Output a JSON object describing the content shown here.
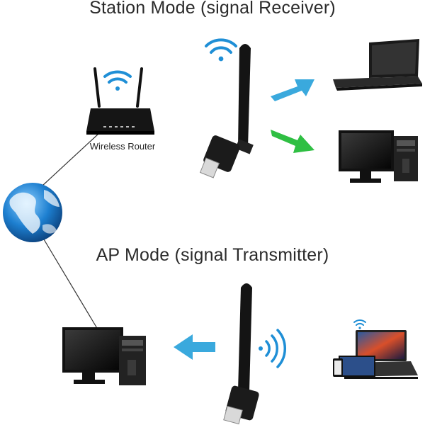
{
  "station_mode": {
    "title": "Station Mode (signal Receiver)"
  },
  "ap_mode": {
    "title": "AP Mode (signal Transmitter)"
  },
  "router": {
    "label": "Wireless Router"
  },
  "icons": [
    "wifi-icon",
    "router-icon",
    "globe-icon",
    "usb-adapter-icon",
    "laptop-icon",
    "desktop-pc-icon",
    "arrow-icon",
    "signal-waves-icon",
    "phone-icon"
  ],
  "colors": {
    "blue_arrow": "#3aa9dd",
    "green_arrow": "#2fbf43",
    "wifi": "#1f8fd6",
    "device": "#1b1b1b"
  }
}
